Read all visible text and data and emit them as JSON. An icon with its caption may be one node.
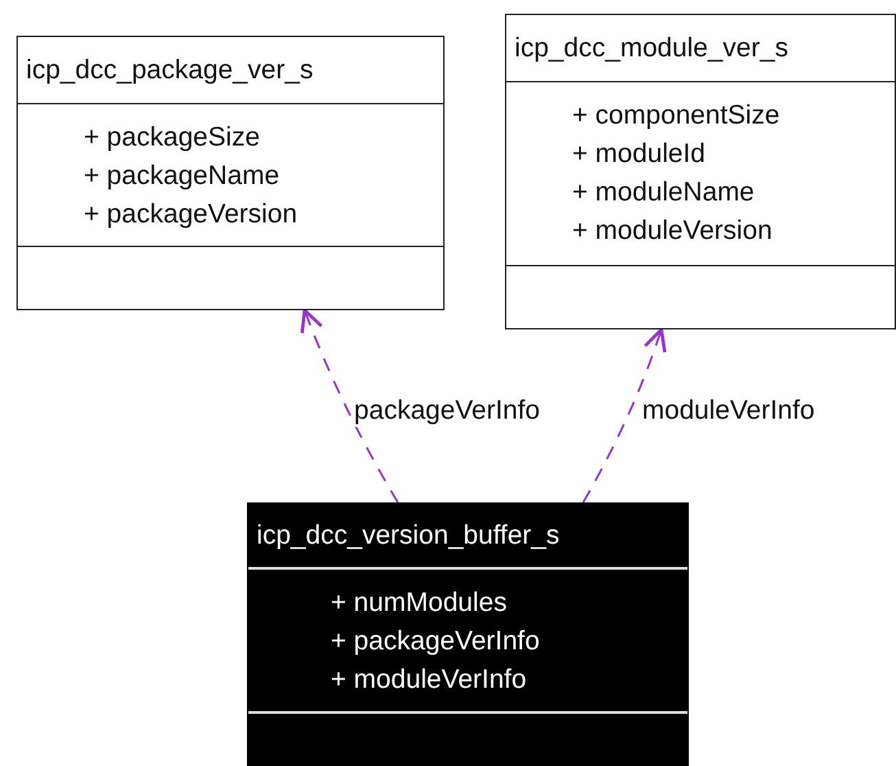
{
  "diagram": {
    "nodes": [
      {
        "text": [
          "icp_dcc_package_ver_s",
          "+ packageSize",
          "+ packageName",
          "+ packageVersion"
        ]
      },
      {
        "text": [
          "icp_dcc_module_ver_s",
          "+ componentSize",
          "+ moduleId",
          "+ moduleName",
          "+ moduleVersion"
        ]
      },
      {
        "text": [
          "icp_dcc_version_buffer_s",
          "+ numModules",
          "+ packageVerInfo",
          "+ moduleVerInfo"
        ]
      }
    ],
    "edges": [
      {
        "from": 2,
        "to": 0,
        "arrow": "to",
        "label": "packageVerInfo",
        "style": "dashed"
      },
      {
        "from": 2,
        "to": 1,
        "arrow": "to",
        "label": "moduleVerInfo",
        "style": "dashed"
      }
    ]
  }
}
